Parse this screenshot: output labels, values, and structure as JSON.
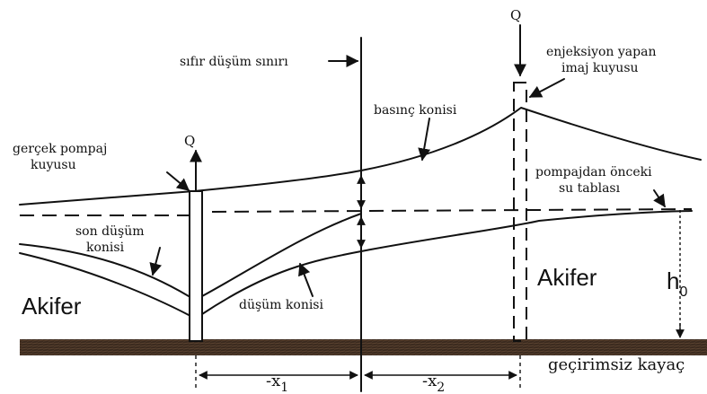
{
  "labels": {
    "q_left": "Q",
    "q_right": "Q",
    "real_well": "gerçek pompaj kuyusu",
    "real_well_line1": "gerçek pompaj",
    "real_well_line2": "kuyusu",
    "zero_boundary": "sıfır düşüm sınırı",
    "pressure_cone": "basınç konisi",
    "image_well_line1": "enjeksiyon yapan",
    "image_well_line2": "imaj kuyusu",
    "water_table_line1": "pompajdan önceki",
    "water_table_line2": "su tablası",
    "final_cone_line1": "son düşüm",
    "final_cone_line2": "konisi",
    "drawdown_cone": "düşüm konisi",
    "aquifer_left": "Akifer",
    "aquifer_right": "Akifer",
    "h0_main": "h",
    "h0_sub": "0",
    "impermeable": "geçirimsiz kayaç",
    "x1_main": "-x",
    "x1_sub": "1",
    "x2_main": "-x",
    "x2_sub": "2"
  },
  "colors": {
    "ink": "#111111",
    "rock": "#3a2a1e"
  }
}
